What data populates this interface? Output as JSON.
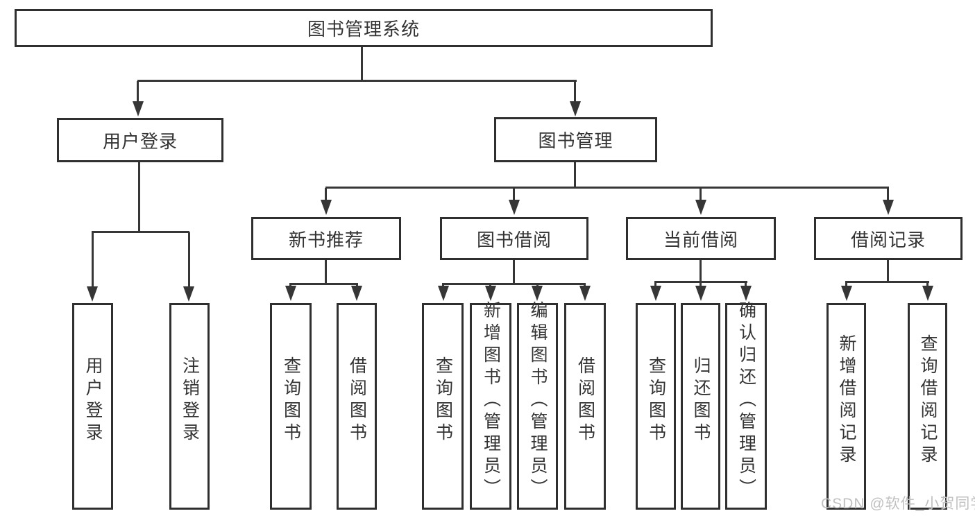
{
  "colors": {
    "line": "#363636",
    "border": "#2f2f2f",
    "text": "#333333",
    "watermark": "#c0c0c0",
    "background": "#ffffff"
  },
  "boxes": {
    "root": "图书管理系统",
    "l2": [
      "用户登录",
      "图书管理"
    ],
    "l3": [
      "新书推荐",
      "图书借阅",
      "当前借阅",
      "借阅记录"
    ],
    "l4": [
      "用户登录",
      "注销登录",
      "查询图书",
      "借阅图书",
      "查询图书",
      "新增图书（管理员）",
      "编辑图书（管理员）",
      "借阅图书",
      "查询图书",
      "归还图书",
      "确认归还（管理员）",
      "新增借阅记录",
      "查询借阅记录"
    ]
  },
  "hierarchy": {
    "图书管理系统": [
      "用户登录",
      "图书管理"
    ],
    "用户登录": [
      "用户登录",
      "注销登录"
    ],
    "图书管理": [
      "新书推荐",
      "图书借阅",
      "当前借阅",
      "借阅记录"
    ],
    "新书推荐": [
      "查询图书",
      "借阅图书"
    ],
    "图书借阅": [
      "查询图书",
      "新增图书（管理员）",
      "编辑图书（管理员）",
      "借阅图书"
    ],
    "当前借阅": [
      "查询图书",
      "归还图书",
      "确认归还（管理员）"
    ],
    "借阅记录": [
      "新增借阅记录",
      "查询借阅记录"
    ]
  },
  "watermark": "CSDN @软件_小贺同学"
}
